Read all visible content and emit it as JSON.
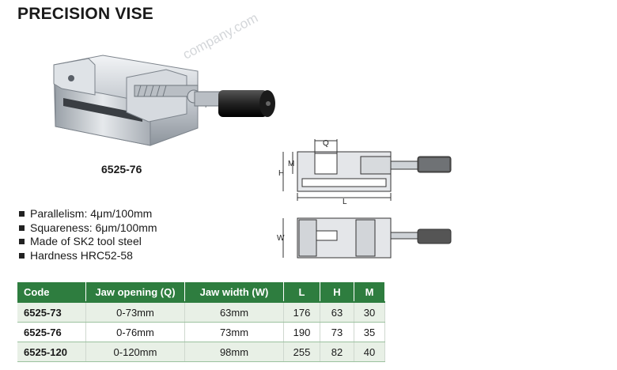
{
  "title": "PRECISION VISE",
  "watermark": "company.com",
  "model_label": "6525-76",
  "specs": [
    "Parallelism: 4μm/100mm",
    "Squareness: 6μm/100mm",
    "Made of SK2 tool steel",
    "Hardness HRC52-58"
  ],
  "drawing_labels": {
    "q": "Q",
    "m": "M",
    "h": "H",
    "l": "L",
    "w": "W"
  },
  "table": {
    "headers": [
      "Code",
      "Jaw opening (Q)",
      "Jaw width (W)",
      "L",
      "H",
      "M"
    ],
    "rows": [
      [
        "6525-73",
        "0-73mm",
        "63mm",
        "176",
        "63",
        "30"
      ],
      [
        "6525-76",
        "0-76mm",
        "73mm",
        "190",
        "73",
        "35"
      ],
      [
        "6525-120",
        "0-120mm",
        "98mm",
        "255",
        "82",
        "40"
      ]
    ]
  },
  "colors": {
    "header_bg": "#2e7d3f",
    "row_alt": "#e8f0e6"
  }
}
